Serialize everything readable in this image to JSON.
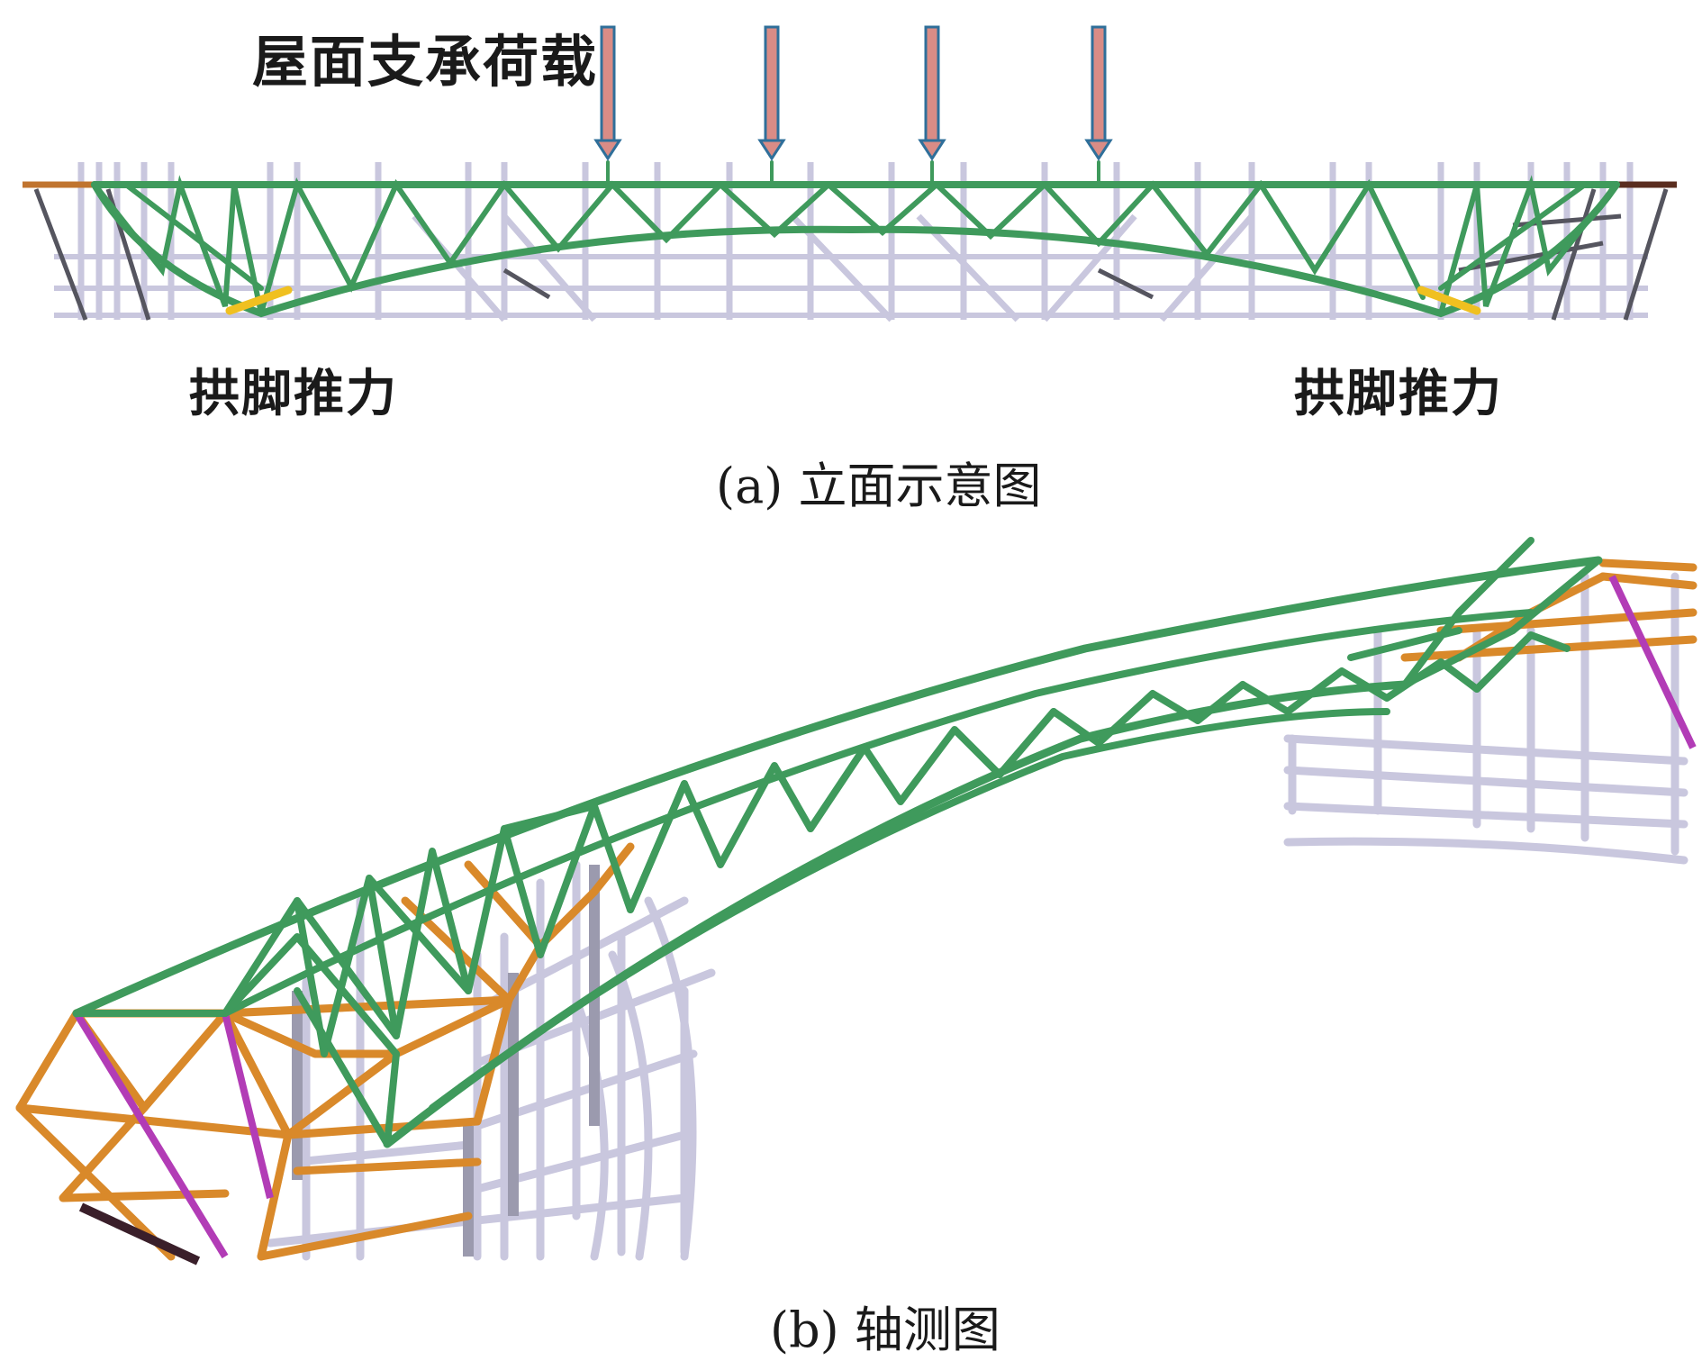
{
  "labels": {
    "roof_load": "屋面支承荷载",
    "thrust_left": "拱脚推力",
    "thrust_right": "拱脚推力"
  },
  "captions": {
    "elevation": "(a) 立面示意图",
    "axonometric": "(b) 轴测图"
  },
  "colors": {
    "arch_truss": "#3f9a5c",
    "secondary_frame": "#c9c7de",
    "dark_member": "#55555f",
    "orange_truss": "#d9892a",
    "magenta_member": "#b23cb6",
    "thrust_bar": "#f0c020",
    "load_arrow_fill": "#d98c86",
    "load_arrow_stroke": "#2f6f9a"
  },
  "icons": {
    "load_arrow": "down-arrow-icon",
    "thrust_marker": "diagonal-bar-icon"
  }
}
